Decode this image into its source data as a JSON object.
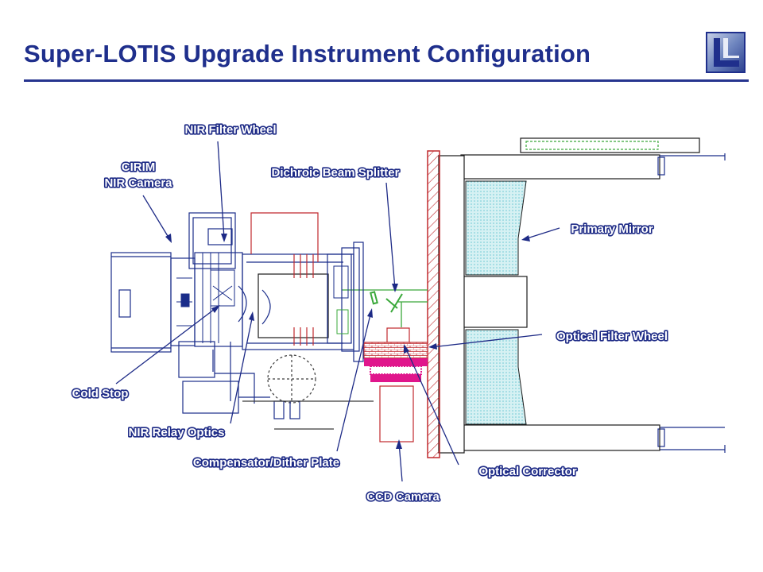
{
  "slide": {
    "title": "Super-LOTIS Upgrade Instrument Configuration"
  },
  "logo": {
    "icon": "llnl-logo-icon"
  },
  "labels": {
    "nir_filter_wheel": "NIR Filter Wheel",
    "cirim_line1": "CIRIM",
    "cirim_line2": "NIR Camera",
    "dichroic_beam_splitter": "Dichroic Beam Splitter",
    "primary_mirror": "Primary Mirror",
    "optical_filter_wheel": "Optical Filter Wheel",
    "cold_stop": "Cold Stop",
    "nir_relay_optics": "NIR Relay Optics",
    "compensator_dither_plate": "Compensator/Dither Plate",
    "optical_corrector": "Optical Corrector",
    "ccd_camera": "CCD Camera"
  },
  "colors": {
    "title": "#1f2f8c",
    "label_outline": "#1d2a86",
    "structure_red": "#c0282d",
    "magenta": "#e0168c",
    "mechanical_blue": "#1a2d8a",
    "optical_path_green": "#3aa83a",
    "mirror_cyan": "#bfe9ee"
  }
}
